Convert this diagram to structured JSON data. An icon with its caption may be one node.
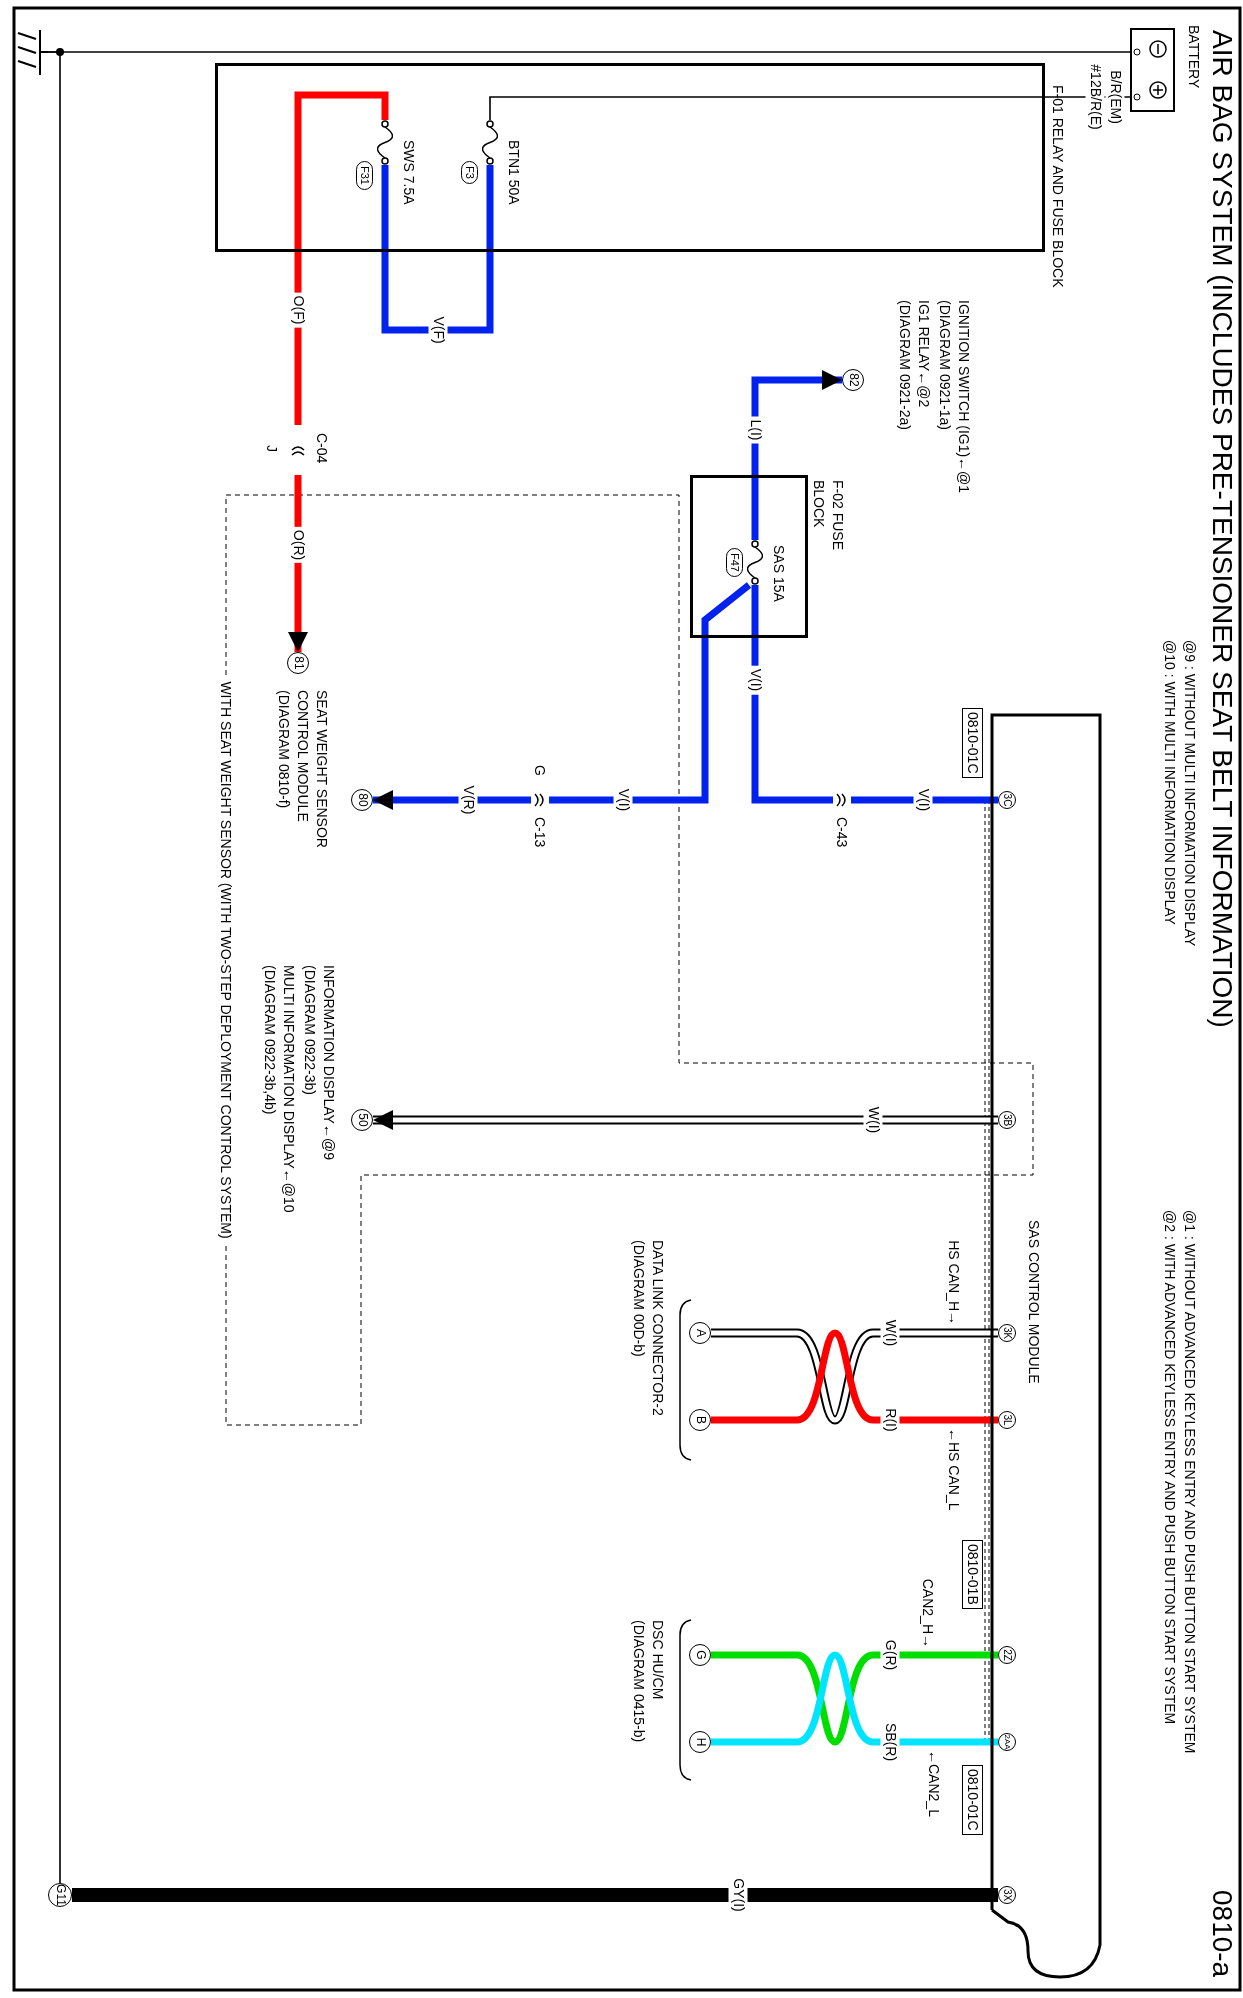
{
  "diagram": {
    "title": "AIR BAG SYSTEM (INCLUDES PRE-TENSIONER SEAT BELT INFORMATION)",
    "nodes": [
      {
        "text": [
          "BATTERY"
        ]
      },
      {
        "text": [
          "F-01 RELAY AND FUSE BLOCK"
        ]
      },
      {
        "text": [
          "BTN1 50A",
          "F3"
        ],
        "in": 1
      },
      {
        "text": [
          "SWS 7.5A",
          "F31"
        ],
        "in": 1
      },
      {
        "text": [
          "F-02 FUSE BLOCK"
        ]
      },
      {
        "text": [
          "SAS 15A",
          "F47"
        ],
        "in": 4
      },
      {
        "text": [
          "82"
        ],
        "beside": [
          "IGNITION SWITCH (IG1)←@1 (DIAGRAM 0921-1a)",
          "IG1 RELAY←@2 (DIAGRAM 0921-2a)"
        ]
      },
      {
        "text": [
          "C-04",
          "J"
        ]
      },
      {
        "text": [
          "81"
        ],
        "beside": [
          "SEAT WEIGHT SENSOR CONTROL MODULE (DIAGRAM 0810-f)"
        ]
      },
      {
        "text": [
          "C-43"
        ]
      },
      {
        "text": [
          "G",
          "C-13"
        ]
      },
      {
        "text": [
          "80"
        ]
      },
      {
        "text": [
          "50"
        ],
        "beside": [
          "INFORMATION DISPLAY←@9 (DIAGRAM 0922-3b)",
          "MULTI INFORMATION DISPLAY←@10 (DIAGRAM 0922-3b,4b)"
        ]
      },
      {
        "text": [
          "SAS CONTROL MODULE"
        ]
      },
      {
        "text": [
          "3C"
        ],
        "in": 13
      },
      {
        "text": [
          "3B"
        ],
        "in": 13
      },
      {
        "text": [
          "3K"
        ],
        "in": 13
      },
      {
        "text": [
          "3L"
        ],
        "in": 13
      },
      {
        "text": [
          "2Z"
        ],
        "in": 13
      },
      {
        "text": [
          "2AA"
        ],
        "in": 13
      },
      {
        "text": [
          "3X"
        ],
        "in": 13
      },
      {
        "text": [
          "A"
        ]
      },
      {
        "text": [
          "B"
        ]
      },
      {
        "text": [
          "G"
        ]
      },
      {
        "text": [
          "H"
        ]
      },
      {
        "text": [
          "G11"
        ]
      },
      {
        "text": [],
        "shape": "ground"
      }
    ],
    "edges": [
      {
        "from": 0,
        "to": 2,
        "arrow": "none",
        "label": "B/R(EM)",
        "color": "#000000"
      },
      {
        "from": 2,
        "to": 3,
        "arrow": "none",
        "label": "V(F)"
      },
      {
        "from": 3,
        "to": 7,
        "arrow": "none",
        "label": "O(F)",
        "color": "#ff0000"
      },
      {
        "from": 7,
        "to": 8,
        "arrow": "to",
        "label": "O(R)",
        "color": "#ff0000"
      },
      {
        "from": 5,
        "to": 6,
        "arrow": "to",
        "label": "L(I)"
      },
      {
        "from": 5,
        "to": 9,
        "arrow": "none",
        "label": "V(I)"
      },
      {
        "from": 9,
        "to": 14,
        "arrow": "none",
        "label": "V(I)"
      },
      {
        "from": 5,
        "to": 10,
        "arrow": "none",
        "label": "V(I)"
      },
      {
        "from": 10,
        "to": 11,
        "arrow": "to",
        "label": "V(R)"
      },
      {
        "from": 15,
        "to": 12,
        "arrow": "to",
        "label": "W(I)",
        "color": "#ffffff"
      },
      {
        "from": 16,
        "to": 21,
        "arrow": "none",
        "label": "W(I)",
        "color": "#ffffff"
      },
      {
        "from": 17,
        "to": 22,
        "arrow": "none",
        "label": "R(I)",
        "color": "#ff0000"
      },
      {
        "from": 18,
        "to": 23,
        "arrow": "none",
        "label": "G(R)",
        "color": "#00dd00"
      },
      {
        "from": 19,
        "to": 24,
        "arrow": "none",
        "label": "SB(R)",
        "color": "#00e5ff"
      },
      {
        "from": 20,
        "to": 25,
        "arrow": "none",
        "label": "GY(I)",
        "style": "thick",
        "color": "#000000"
      },
      {
        "from": 0,
        "to": 26,
        "arrow": "none",
        "color": "#000000"
      },
      {
        "from": 25,
        "to": 26,
        "arrow": "none",
        "color": "#000000"
      }
    ],
    "labels": [
      "0810-a",
      "@9 : WITHOUT MULTI INFORMATION DISPLAY",
      "@10 : WITH MULTI INFORMATION DISPLAY",
      "@1 : WITHOUT ADVANCED KEYLESS ENTRY AND PUSH BUTTON START SYSTEM",
      "@2 : WITH ADVANCED KEYLESS ENTRY AND PUSH BUTTON START SYSTEM",
      "#12B/R(E)",
      "WITH SEAT WEIGHT SENSOR (WITH TWO-STEP DEPLOYMENT CONTROL SYSTEM)",
      "0810-01C",
      "HS CAN_H→",
      "←HS CAN_L",
      "DATA LINK CONNECTOR-2 (DIAGRAM 00D-b)",
      "0810-01B",
      "CAN2_H→",
      "←CAN2_L",
      "0810-01C",
      "DSC HU/CM (DIAGRAM 0415-b)"
    ]
  }
}
